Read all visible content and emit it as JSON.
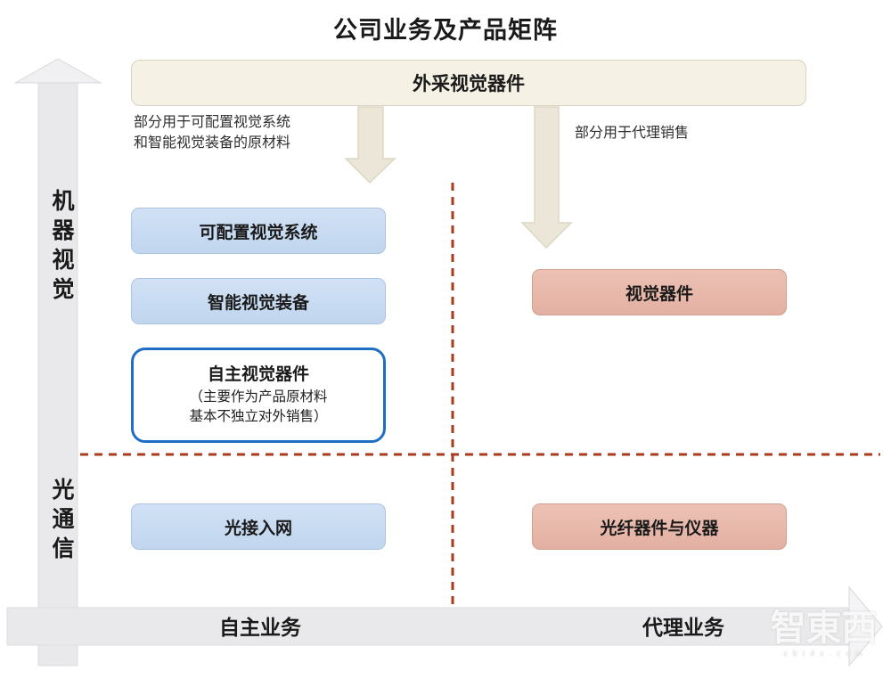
{
  "title": "公司业务及产品矩阵",
  "top_box": {
    "label": "外采视觉器件"
  },
  "annotations": {
    "left_line1": "部分用于可配置视觉系统",
    "left_line2": "和智能视觉装备的原材料",
    "right": "部分用于代理销售"
  },
  "axes": {
    "y_top": "机器视觉",
    "y_bottom": "光通信",
    "x_left": "自主业务",
    "x_right": "代理业务"
  },
  "quadrants": {
    "machine_vision_own": [
      {
        "label": "可配置视觉系统"
      },
      {
        "label": "智能视觉装备"
      }
    ],
    "highlight_box": {
      "title": "自主视觉器件",
      "sub_line1": "（主要作为产品原材料",
      "sub_line2": "基本不独立对外销售）"
    },
    "machine_vision_agency": {
      "label": "视觉器件"
    },
    "optical_own": {
      "label": "光接入网"
    },
    "optical_agency": {
      "label": "光纤器件与仪器"
    }
  },
  "watermark": {
    "logo": "智東西",
    "site": "z h i d x . c o m"
  },
  "colors": {
    "cream_box": "#f5f1e4",
    "blue_box": "#c6daf1",
    "pink_box": "#e7b7a9",
    "highlight_border": "#1e6ec6",
    "dashed_line": "#ab3a1e",
    "axis_gray": "#e9e9eb",
    "beige_arrow": "#ebe6d8"
  }
}
